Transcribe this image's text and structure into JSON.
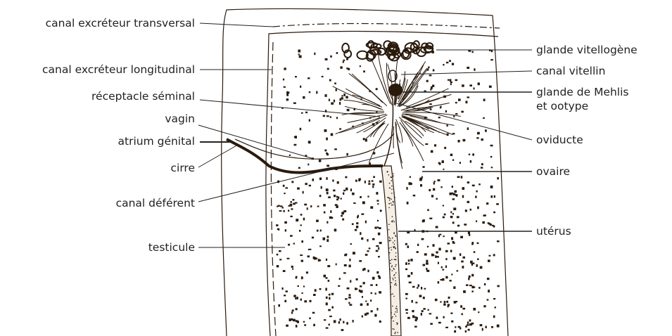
{
  "diagram": {
    "colors": {
      "ink": "#2a1a0c",
      "line": "#222222",
      "background": "#ffffff"
    },
    "labels_left": [
      {
        "id": "canal-excreteur-transversal",
        "text": "canal excréteur transversal"
      },
      {
        "id": "canal-excreteur-longitudinal",
        "text": "canal excréteur longitudinal"
      },
      {
        "id": "receptacle-seminal",
        "text": "réceptacle séminal"
      },
      {
        "id": "vagin",
        "text": "vagin"
      },
      {
        "id": "atrium-genital",
        "text": "atrium génital"
      },
      {
        "id": "cirre",
        "text": "cirre"
      },
      {
        "id": "canal-deferent",
        "text": "canal déférent"
      },
      {
        "id": "testicule",
        "text": "testicule"
      }
    ],
    "labels_right": [
      {
        "id": "glande-vitellogene",
        "text": "glande vitellogène"
      },
      {
        "id": "canal-vitellin",
        "text": "canal vitellin"
      },
      {
        "id": "glande-mehlis",
        "text": "glande de Mehlis"
      },
      {
        "id": "ootype",
        "text": "et ootype"
      },
      {
        "id": "oviducte",
        "text": "oviducte"
      },
      {
        "id": "ovaire",
        "text": "ovaire"
      },
      {
        "id": "uterus",
        "text": "utérus"
      }
    ]
  }
}
